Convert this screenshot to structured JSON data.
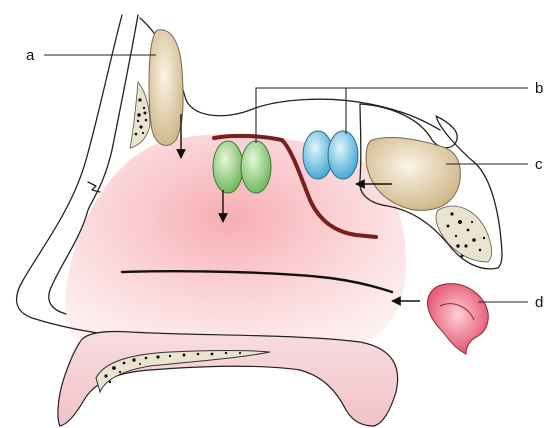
{
  "labels": {
    "a": "a",
    "b": "b",
    "c": "c",
    "d": "d"
  },
  "colors": {
    "mucosa_pink": "#f7b9be",
    "nodule_green": "#7fc36a",
    "nodule_blue": "#5cb6dc",
    "bone_tan": "#d7c29a",
    "membrane_red": "#7a1e1e",
    "uvula_red": "#e8506a"
  }
}
